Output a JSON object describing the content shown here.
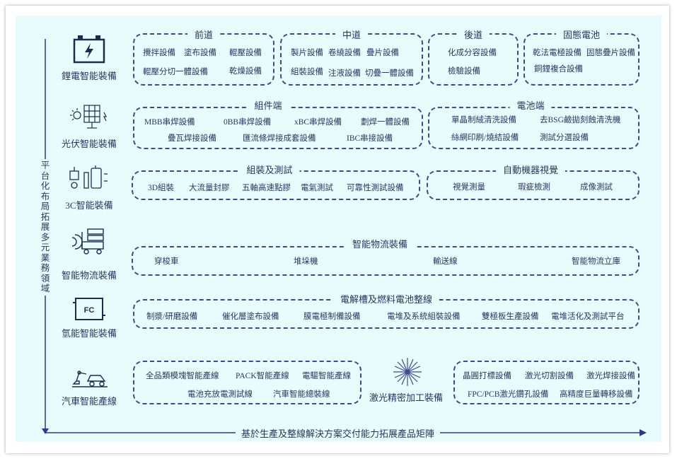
{
  "axes": {
    "vertical": "平台化布局拓展多元業務領域",
    "horizontal": "基於生產及整線解決方案交付能力拓展產品矩陣"
  },
  "categories": [
    {
      "label": "鋰電智能裝備",
      "icon": "battery-icon"
    },
    {
      "label": "光伏智能裝備",
      "icon": "solar-panel-icon"
    },
    {
      "label": "3C智能裝備",
      "icon": "electronics-icon"
    },
    {
      "label": "智能物流裝備",
      "icon": "forklift-icon"
    },
    {
      "label": "氫能智能裝備",
      "icon": "fuel-cell-icon"
    },
    {
      "label": "汽車智能產線",
      "icon": "car-robot-icon"
    }
  ],
  "lithium": {
    "front": {
      "title": "前道",
      "items": [
        "攪拌設備",
        "塗布設備",
        "輥壓設備",
        "輥壓分切一體設備",
        "乾燥設備"
      ]
    },
    "middle": {
      "title": "中道",
      "items": [
        "製片設備",
        "卷繞設備",
        "疊片設備",
        "組裝設備",
        "注液設備",
        "切疊一體設備"
      ]
    },
    "back": {
      "title": "後道",
      "items": [
        "化成分容設備",
        "檢驗設備"
      ]
    },
    "solid": {
      "title": "固態電池",
      "items": [
        "乾法電極設備",
        "固態疊片設備",
        "銅鋰複合設備"
      ]
    }
  },
  "pv": {
    "module": {
      "title": "組件端",
      "items": [
        "MBB串焊設備",
        "0BB串焊設備",
        "xBC串焊設備",
        "劃焊一體設備",
        "疊瓦焊接設備",
        "匯流條焊接成套設備",
        "IBC串接設備"
      ]
    },
    "cell": {
      "title": "電池端",
      "items": [
        "單晶制絨清洗設備",
        "去BSG鹼拋刻蝕清洗機",
        "絲網印刷/燒結設備",
        "測試分選設備"
      ]
    }
  },
  "c3": {
    "assembly": {
      "title": "組裝及測試",
      "items": [
        "3D組裝",
        "大流量封膠",
        "五軸高速點膠",
        "電氣測試",
        "可靠性測試設備"
      ]
    },
    "vision": {
      "title": "自動機器視覺",
      "items": [
        "視覺測量",
        "瑕疵檢測",
        "成像測試"
      ]
    }
  },
  "logistics": {
    "title": "智能物流裝備",
    "items": [
      "穿梭車",
      "堆垛機",
      "輸送線",
      "智能物流立庫"
    ]
  },
  "hydrogen": {
    "title": "電解槽及燃料電池整線",
    "items": [
      "制漿/研磨設備",
      "催化層塗布設備",
      "膜電極制備設備",
      "電堆及系統組裝設備",
      "雙極板生產設備",
      "電堆活化及測試平台"
    ]
  },
  "auto": {
    "items": [
      "全品類模塊智能產線",
      "PACK智能產線",
      "電驅智能產線",
      "電池充放電測試線",
      "汽車智能總裝線"
    ]
  },
  "laser": {
    "title": "激光精密加工裝備",
    "items": [
      "晶圓打標設備",
      "激光切割設備",
      "激光焊接設備",
      "FPC/PCB激光鑽孔設備",
      "高精度巨量轉移設備"
    ]
  },
  "colors": {
    "background": "#e9fcfd",
    "line": "#3d4a8e",
    "text": "#2b3460"
  }
}
